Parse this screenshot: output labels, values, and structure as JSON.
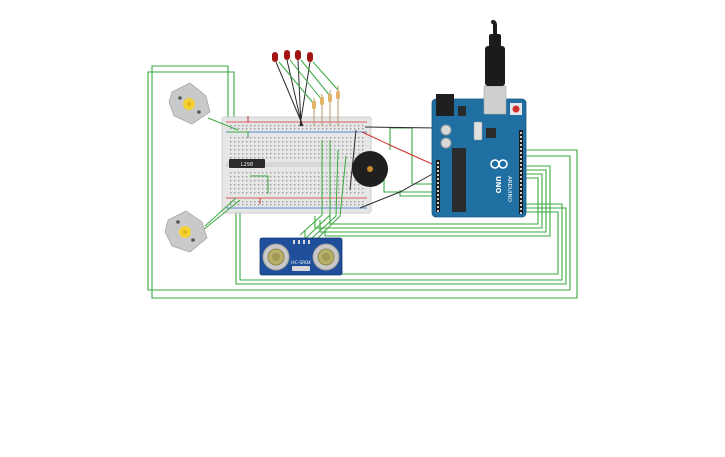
{
  "components": {
    "motor_driver_label": "L298",
    "ultrasonic_label": "HC-SR04",
    "arduino_label": "UNO",
    "arduino_brand": "ARDUINO"
  },
  "icons": {
    "arduino_logo": "infinity-logo-icon",
    "motor": "dc-motor-icon",
    "buzzer": "piezo-buzzer-icon",
    "led": "led-icon",
    "resistor": "resistor-icon",
    "usb": "usb-cable-icon"
  },
  "colors": {
    "wire_green": "#3aa93f",
    "wire_dark": "#2b2b2b",
    "wire_red": "#d0312d",
    "arduino_board": "#1f6fa3",
    "sensor_board": "#1f4f9a",
    "breadboard": "#e8e8e8",
    "led_red": "#a31515",
    "motor_body": "#c9c9c9",
    "motor_shaft": "#f2d234",
    "buzzer": "#1f1f1f"
  }
}
